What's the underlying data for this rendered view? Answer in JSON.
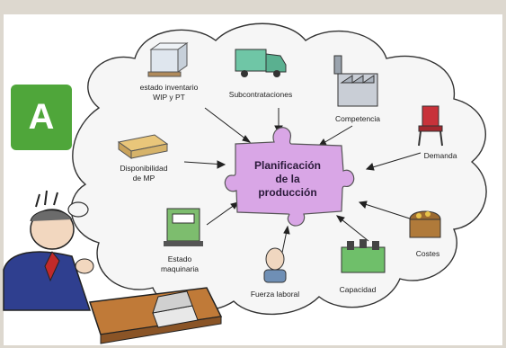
{
  "badge": {
    "letter": "A"
  },
  "center": {
    "line1": "Planificación",
    "line2": "de la",
    "line3": "producción"
  },
  "nodes": {
    "inventario": {
      "line1": "estado inventario",
      "line2": "WIP y PT"
    },
    "subcontrataciones": {
      "line1": "Subcontrataciones"
    },
    "competencia": {
      "line1": "Competencia"
    },
    "demanda": {
      "line1": "Demanda"
    },
    "disponibilidad": {
      "line1": "Disponibilidad",
      "line2": "de MP"
    },
    "costes": {
      "line1": "Costes"
    },
    "capacidad": {
      "line1": "Capacidad"
    },
    "fuerza": {
      "line1": "Fuerza laboral"
    },
    "maquinaria": {
      "line1": "Estado",
      "line2": "maquinaria"
    }
  },
  "colors": {
    "badge": "#4fa63a",
    "puzzle": "#d9a6e6",
    "cloud": "#f6f6f6",
    "frame": "#ddd8cf"
  },
  "icons": [
    "pallet-icon",
    "truck-icon",
    "factory-icon",
    "chair-icon",
    "lumber-icon",
    "treasure-chest-icon",
    "machines-icon",
    "worker-icon",
    "press-machine-icon",
    "thinking-man-icon",
    "laptop-icon"
  ]
}
